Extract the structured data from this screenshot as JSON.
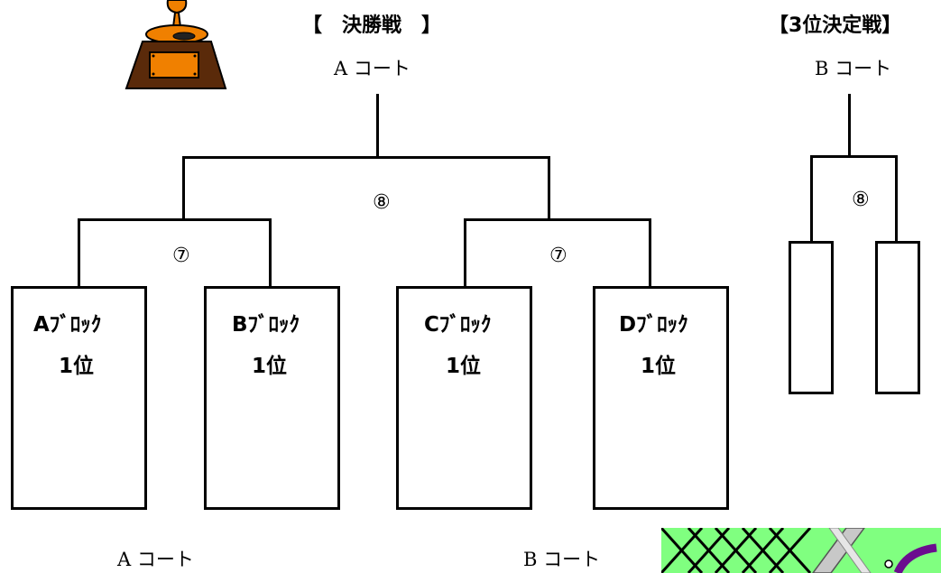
{
  "final": {
    "title": "【　決勝戦　】",
    "court": "A コート",
    "round_final": "⑧",
    "round_left": "⑦",
    "round_right": "⑦",
    "blocks": [
      {
        "name": "Aﾌﾞﾛｯｸ",
        "rank": "1位"
      },
      {
        "name": "Bﾌﾞﾛｯｸ",
        "rank": "1位"
      },
      {
        "name": "Cﾌﾞﾛｯｸ",
        "rank": "1位"
      },
      {
        "name": "Dﾌﾞﾛｯｸ",
        "rank": "1位"
      }
    ]
  },
  "third_place": {
    "title": "【3位決定戦】",
    "court": "B コート",
    "round": "⑧"
  },
  "bottom": {
    "court_left": "A コート",
    "court_right": "B コート"
  },
  "colors": {
    "trophy_body": "#F08000",
    "trophy_base": "#5A2A0A",
    "tennis_court": "#80FF80",
    "tennis_line": "#000000"
  }
}
